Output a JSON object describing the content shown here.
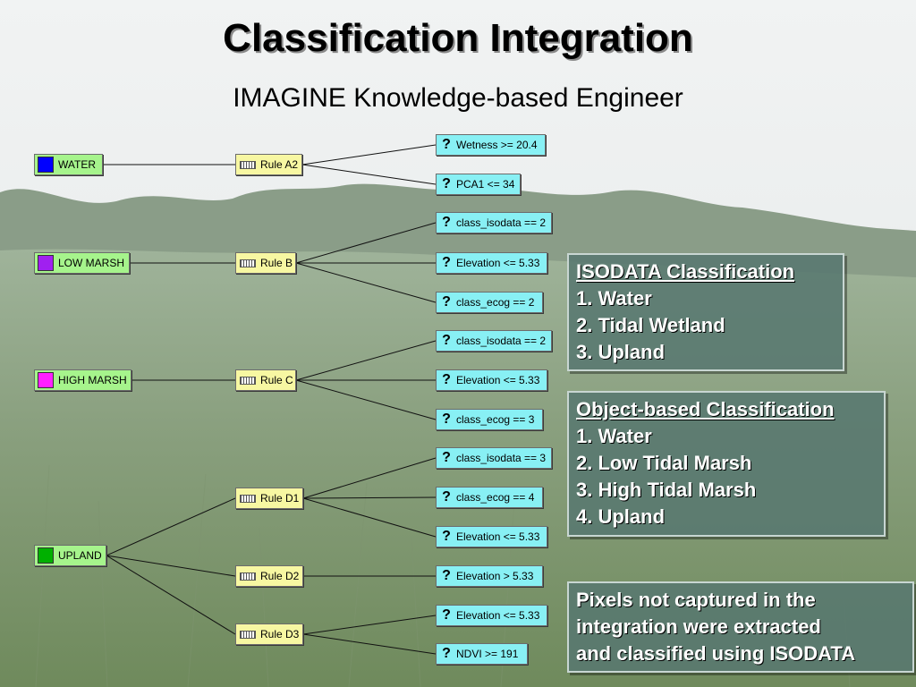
{
  "title": "Classification Integration",
  "subtitle": "IMAGINE Knowledge-based Engineer",
  "colors": {
    "water": "#0000ff",
    "low_marsh": "#a020f0",
    "high_marsh": "#ff20ff",
    "upland": "#00b000"
  },
  "tree": {
    "classes": [
      {
        "id": "water",
        "label": "WATER",
        "swatch": "#0000ff"
      },
      {
        "id": "low",
        "label": "LOW MARSH",
        "swatch": "#a020f0"
      },
      {
        "id": "high",
        "label": "HIGH MARSH",
        "swatch": "#ff20ff"
      },
      {
        "id": "upland",
        "label": "UPLAND",
        "swatch": "#00b000"
      }
    ],
    "rules": [
      {
        "id": "ra2",
        "label": "Rule A2",
        "class": "water"
      },
      {
        "id": "rb",
        "label": "Rule B",
        "class": "low"
      },
      {
        "id": "rc",
        "label": "Rule C",
        "class": "high"
      },
      {
        "id": "rd1",
        "label": "Rule D1",
        "class": "upland"
      },
      {
        "id": "rd2",
        "label": "Rule D2",
        "class": "upland"
      },
      {
        "id": "rd3",
        "label": "Rule D3",
        "class": "upland"
      }
    ],
    "conditions": [
      {
        "id": "c1",
        "label": "Wetness >= 20.4",
        "rule": "ra2"
      },
      {
        "id": "c2",
        "label": "PCA1 <= 34",
        "rule": "ra2"
      },
      {
        "id": "c3",
        "label": "class_isodata == 2",
        "rule": "rb"
      },
      {
        "id": "c4",
        "label": "Elevation <= 5.33",
        "rule": "rb"
      },
      {
        "id": "c5",
        "label": "class_ecog == 2",
        "rule": "rb"
      },
      {
        "id": "c6",
        "label": "class_isodata == 2",
        "rule": "rc"
      },
      {
        "id": "c7",
        "label": "Elevation <= 5.33",
        "rule": "rc"
      },
      {
        "id": "c8",
        "label": "class_ecog == 3",
        "rule": "rc"
      },
      {
        "id": "c9",
        "label": "class_isodata == 3",
        "rule": "rd1"
      },
      {
        "id": "c10",
        "label": "class_ecog == 4",
        "rule": "rd1"
      },
      {
        "id": "c11",
        "label": "Elevation <= 5.33",
        "rule": "rd1"
      },
      {
        "id": "c12",
        "label": "Elevation > 5.33",
        "rule": "rd2"
      },
      {
        "id": "c13",
        "label": "Elevation <= 5.33",
        "rule": "rd3"
      },
      {
        "id": "c14",
        "label": "NDVI >= 191",
        "rule": "rd3"
      }
    ],
    "condition_icon": "?"
  },
  "isodata_box": {
    "heading": "ISODATA Classification",
    "items": [
      "1. Water",
      "2. Tidal Wetland",
      "3. Upland"
    ]
  },
  "object_box": {
    "heading": "Object-based Classification",
    "items": [
      "1. Water",
      "2. Low Tidal Marsh",
      "3. High Tidal Marsh",
      "4. Upland"
    ]
  },
  "note_box": {
    "lines": [
      "Pixels not captured in the",
      "integration were extracted",
      "and classified using ISODATA"
    ]
  }
}
